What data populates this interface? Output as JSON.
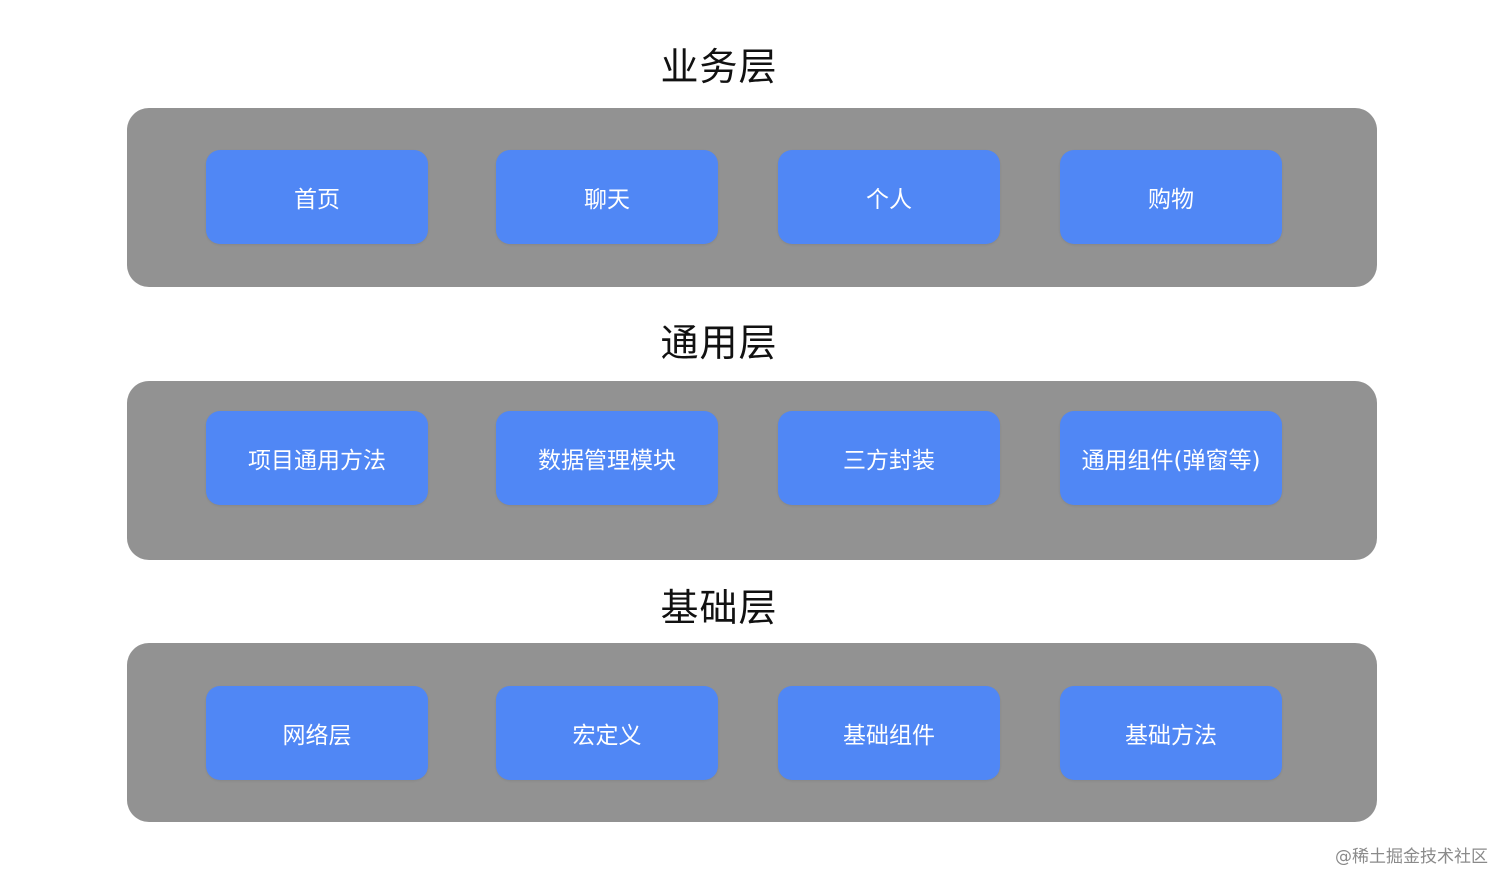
{
  "layers": [
    {
      "title": "业务层",
      "items": [
        "首页",
        "聊天",
        "个人",
        "购物"
      ]
    },
    {
      "title": "通用层",
      "items": [
        "项目通用方法",
        "数据管理模块",
        "三方封装",
        "通用组件(弹窗等)"
      ]
    },
    {
      "title": "基础层",
      "items": [
        "网络层",
        "宏定义",
        "基础组件",
        "基础方法"
      ]
    }
  ],
  "watermark": "@稀土掘金技术社区",
  "colors": {
    "panel": "#929292",
    "box": "#5087f5",
    "box_text": "#ffffff",
    "title_text": "#111111"
  }
}
